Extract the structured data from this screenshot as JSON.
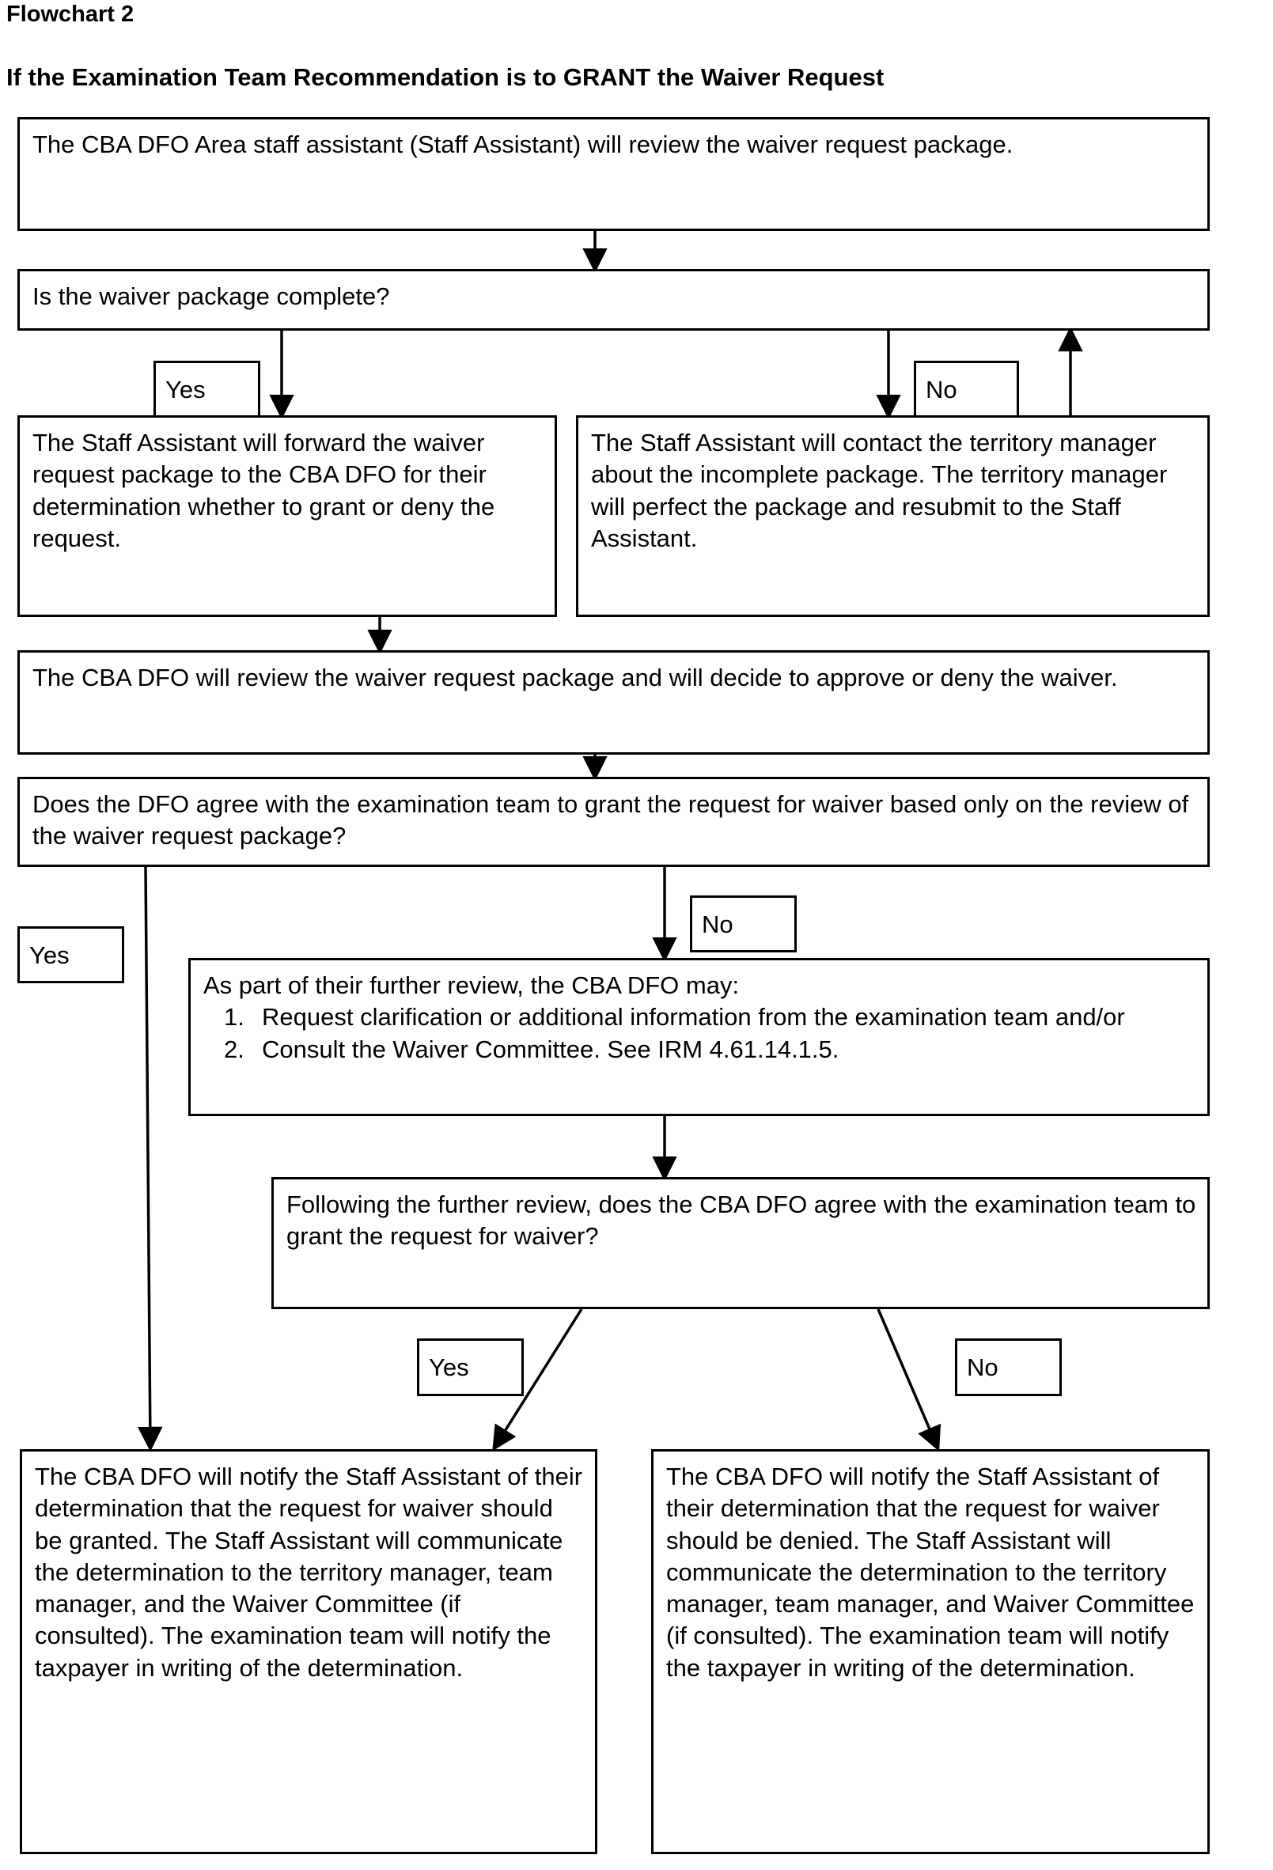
{
  "chart": {
    "label": "Flowchart 2",
    "subtitle": "If the Examination Team Recommendation is to GRANT the Waiver Request"
  },
  "nodes": {
    "n1": {
      "text": "The CBA DFO Area staff assistant (Staff Assistant) will review the waiver request package."
    },
    "n2": {
      "text": "Is the waiver package complete?"
    },
    "n3": {
      "text": "The Staff Assistant will forward the waiver request package to the CBA DFO for their determination whether to grant or deny the request."
    },
    "n4": {
      "text": "The Staff Assistant will contact the territory manager about the incomplete package.  The territory manager will perfect the package and resubmit to the Staff Assistant."
    },
    "n5": {
      "text": "The CBA DFO will review the waiver request package and will decide to approve or deny the waiver."
    },
    "n6": {
      "text": "Does the DFO agree with the examination team to grant the request for waiver based only on the review of the waiver request package?"
    },
    "n7": {
      "intro": "As part of their further review, the CBA DFO may:",
      "items": [
        {
          "num": "1.",
          "text": "Request clarification or additional information from the examination team and/or"
        },
        {
          "num": "2.",
          "text": "Consult the Waiver Committee. See IRM 4.61.14.1.5."
        }
      ]
    },
    "n8": {
      "text": "Following the further review, does the CBA DFO agree with the examination team to grant the request for waiver?"
    },
    "n9": {
      "text": "The CBA DFO will notify the Staff Assistant of their determination that the request for waiver should be granted.  The Staff Assistant will communicate the determination to the territory manager, team manager, and the Waiver Committee (if consulted). The examination team will notify the taxpayer in writing of the determination."
    },
    "n10": {
      "text": "The CBA DFO will notify the Staff Assistant of their determination that the request for waiver should be denied.  The Staff Assistant will communicate the determination to the territory manager, team manager, and Waiver Committee (if consulted). The examination team will notify the taxpayer in writing of the determination."
    }
  },
  "edge_labels": {
    "yes_complete": "Yes",
    "no_complete": "No",
    "yes_agree": "Yes",
    "no_agree": "No",
    "yes_further": "Yes",
    "no_further": "No"
  },
  "colors": {
    "line": "#000000",
    "box_border": "#000000",
    "background": "#ffffff",
    "text": "#000000"
  }
}
